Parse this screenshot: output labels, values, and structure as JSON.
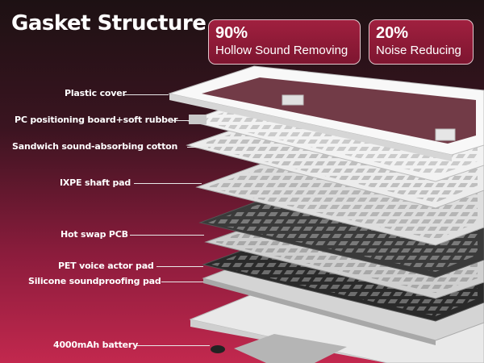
{
  "title": "Gasket Structure",
  "badges": [
    {
      "value": "90%",
      "label": "Hollow Sound Removing"
    },
    {
      "value": "20%",
      "label": "Noise Reducing"
    }
  ],
  "layers": [
    {
      "label": "Plastic cover"
    },
    {
      "label": "PC positioning board+soft rubber"
    },
    {
      "label": "Sandwich sound-absorbing cotton"
    },
    {
      "label": "IXPE shaft pad"
    },
    {
      "label": "Hot swap PCB"
    },
    {
      "label": "PET voice actor pad"
    },
    {
      "label": "Silicone soundproofing pad"
    },
    {
      "label": "4000mAh battery"
    }
  ],
  "colors": {
    "accent": "#a0203f",
    "background_top": "#1d1113",
    "background_bottom": "#c2284e"
  }
}
